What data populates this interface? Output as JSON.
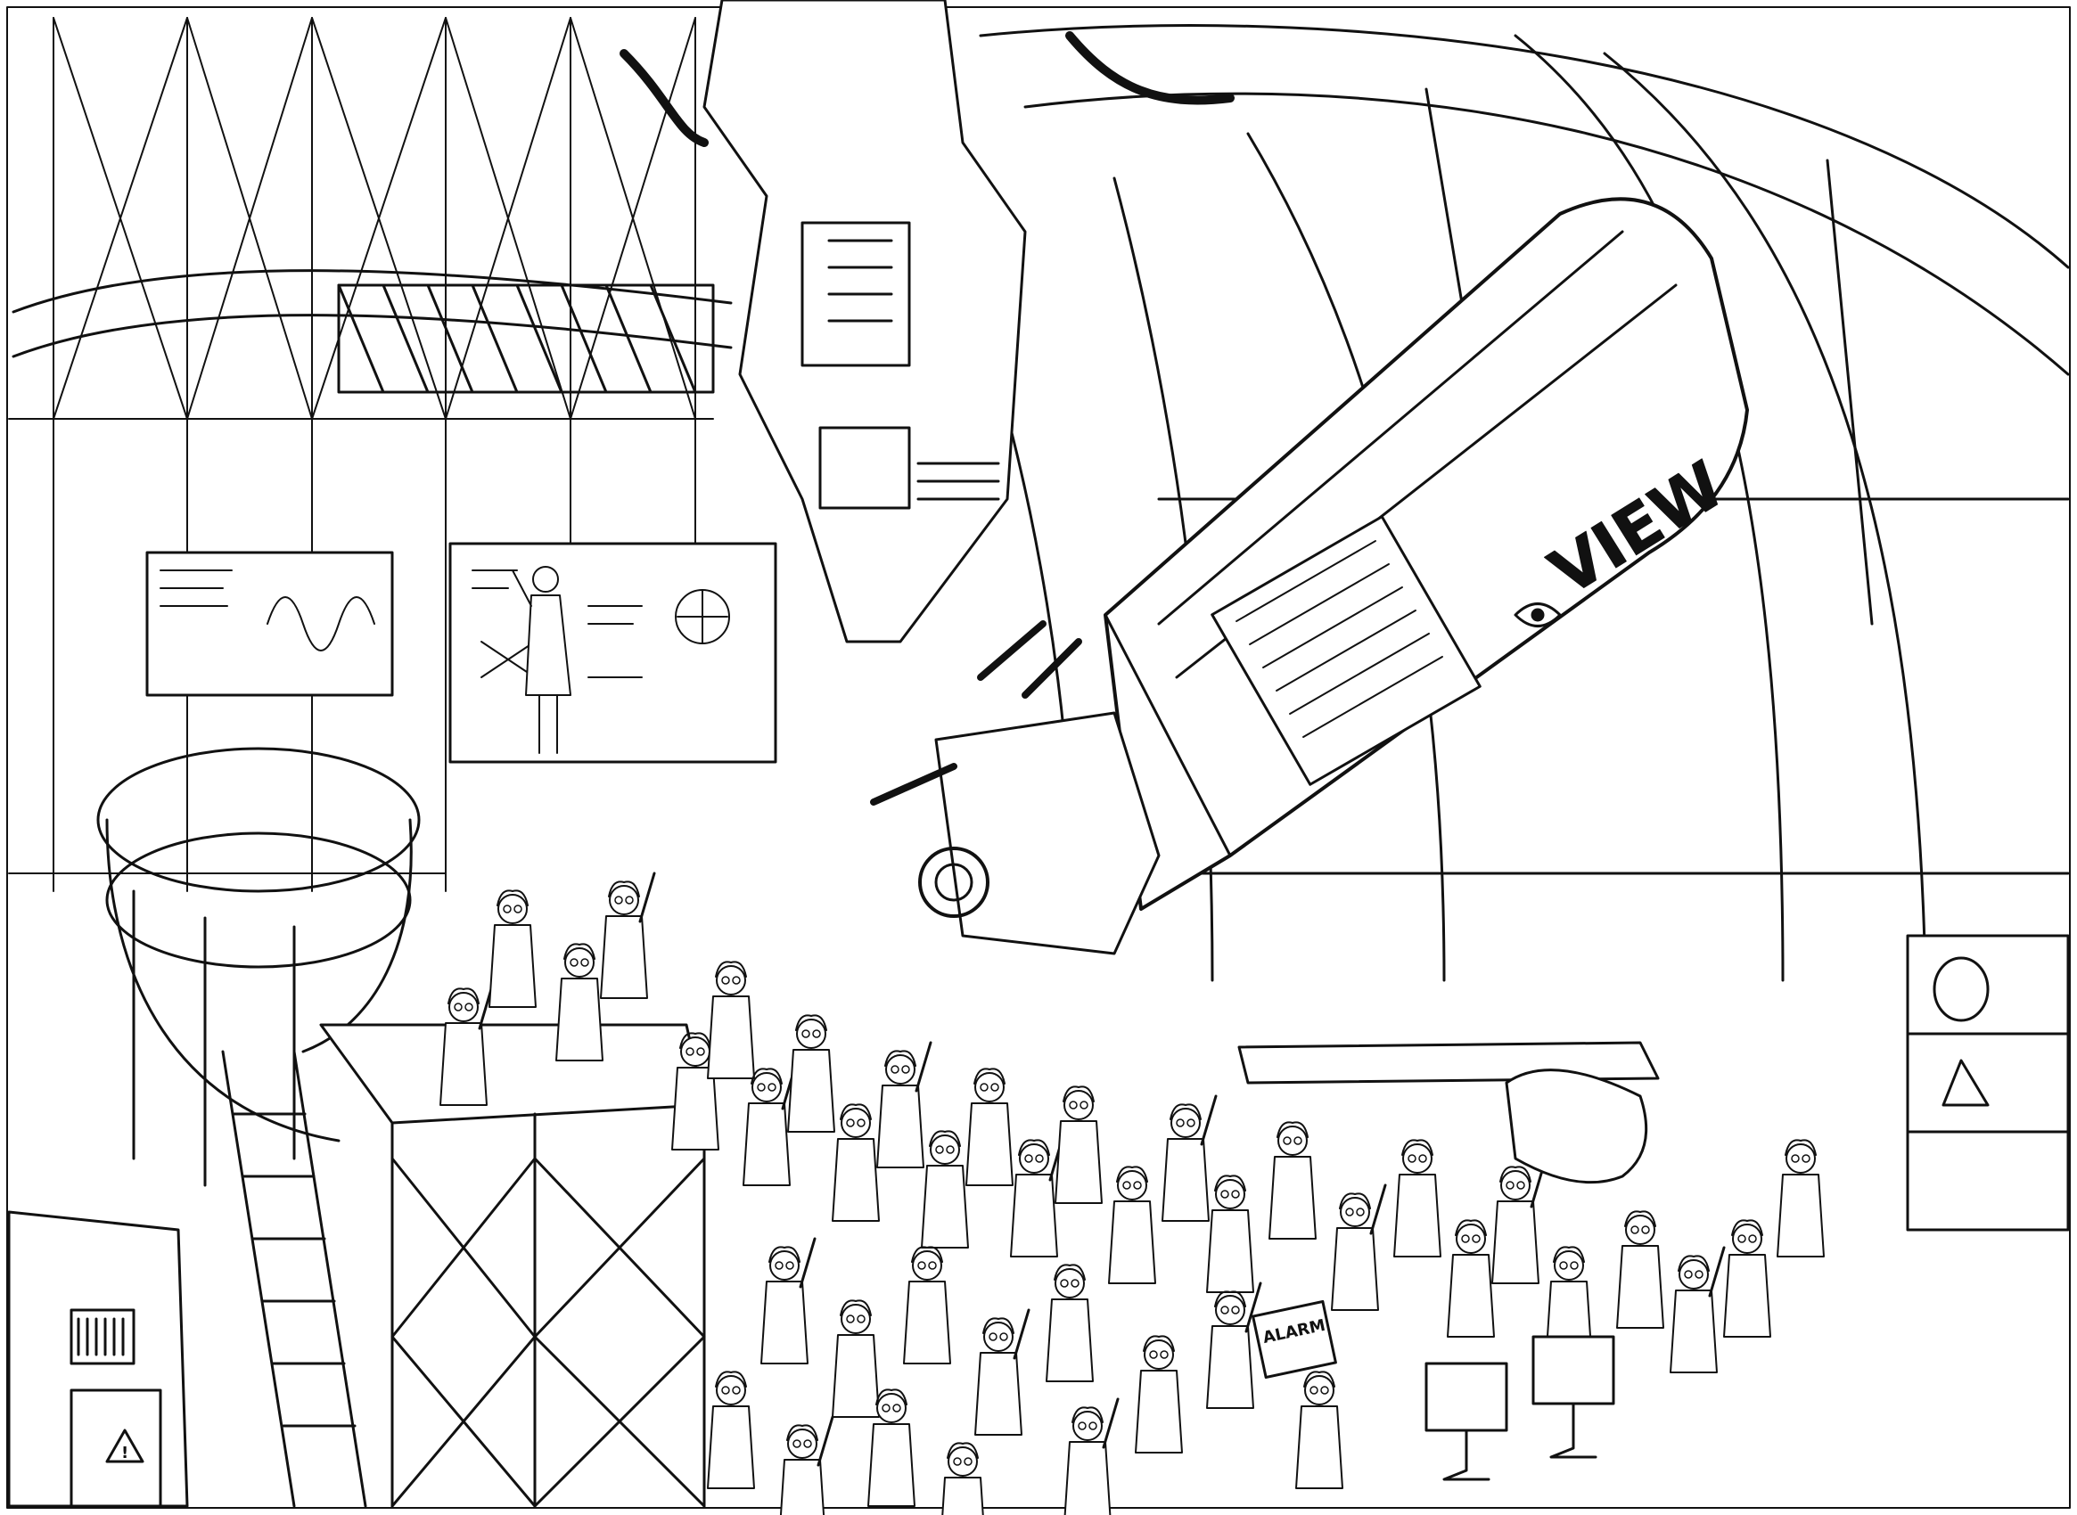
{
  "image": {
    "kind": "line-art coloring illustration",
    "ink_color": "#111111",
    "paper_color": "#ffffff"
  },
  "labels": {
    "telescope_label": "VIEW",
    "alarm_sign": "ALARM"
  },
  "icons": {
    "eye": "eye-icon",
    "warning": "warning-triangle-icon"
  }
}
